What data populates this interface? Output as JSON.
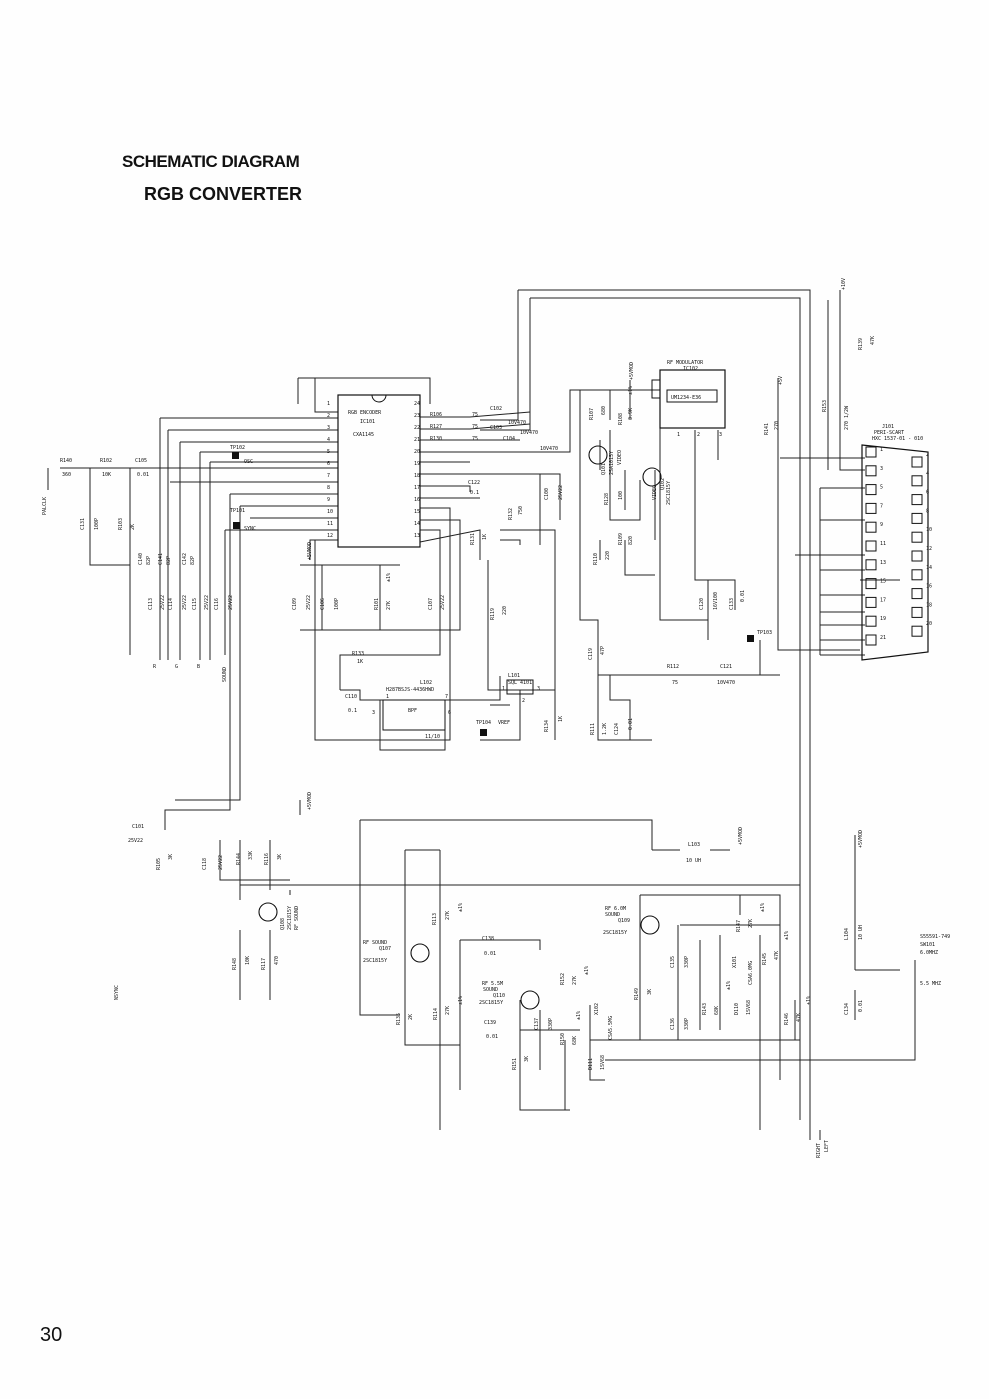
{
  "header": {
    "title": "SCHEMATIC DIAGRAM",
    "subtitle": "RGB CONVERTER"
  },
  "page_number": "30",
  "ic101": {
    "l1": "RGB ENCODER",
    "l2": "IC101",
    "l3": "CXA1145"
  },
  "ic102": {
    "l1": "RF MODULATOR",
    "l2": "IC102",
    "part": "UM1234-E36",
    "p1": "1",
    "p2": "2",
    "p3": "3"
  },
  "j101": {
    "l1": "J101",
    "l2": "PERI-SCART",
    "l3": "HXC 1537-01 - 010"
  },
  "l102": {
    "l1": "L102",
    "l2": "H287BSJS-4436HWD",
    "bpf": "BPF",
    "ratio": "11/10",
    "p1": "1",
    "p3": "3",
    "p6": "6",
    "p7": "7"
  },
  "l101": {
    "l1": "L101",
    "l2": "SQL 4101",
    "p1": "1",
    "p2": "2",
    "p3": "3"
  },
  "labels": {
    "palclk": "PALCLK",
    "r140": "R140",
    "r140v": "360",
    "r102": "R102",
    "r102v": "10K",
    "c105": "C105",
    "c105v": "0.01",
    "c131": "C131",
    "c131v": "100P",
    "r103": "R103",
    "r103v": "2K",
    "tp102": "TP102",
    "osc": "OSC",
    "tp101": "TP101",
    "sync": "SYNC",
    "c140": "C140",
    "c140v": "82P",
    "c141": "C141",
    "c141v": "82P",
    "c142": "C142",
    "c142v": "82P",
    "c113": "C113",
    "c114": "C114",
    "c115": "C115",
    "c116": "C116",
    "v25": "25V22",
    "sig_r": "R",
    "sig_g": "G",
    "sig_b": "B",
    "sound": "SOUND",
    "vdd5": "+5VMOD",
    "c109": "C109",
    "c109v": "25V22",
    "c106": "C106",
    "c106v": "100P",
    "r101": "R101",
    "r101v": "27K",
    "tol": "±1%",
    "c107": "C107",
    "c107v": "25V22",
    "r106": "R106",
    "r127": "R127",
    "r130": "R130",
    "v75": "75",
    "c102": "C102",
    "c103": "C103",
    "c104": "C104",
    "v10": "10V470",
    "c122": "C122",
    "c122v": "0.1",
    "r131": "R131",
    "r131v": "1K",
    "r132": "R132",
    "r132v": "750",
    "r119": "R119",
    "r119v": "220",
    "c100": "C100",
    "c100v": "25V22",
    "r133": "R133",
    "r133v": "1K",
    "c110": "C110",
    "c110v": "0.1",
    "tp104": "TP104",
    "vref": "VREF",
    "r134": "R134",
    "r134v": "1K",
    "r107": "R107",
    "r107v": "680",
    "r108": "R108",
    "r108v": "3.9K",
    "q101": "Q101",
    "q101v": "2SA1015Y",
    "video": "VIDEO",
    "q102": "Q102",
    "q102v": "2SC1815Y",
    "r128": "R128",
    "r128v": "100",
    "r109": "R109",
    "r109v": "820",
    "r110": "R110",
    "r110v": "220",
    "c120": "C120",
    "c120v": "16V100",
    "c133": "C133",
    "c133v": "0.01",
    "tp103": "TP103",
    "c119": "C119",
    "c119v": "47P",
    "r112": "R112",
    "r112v": "75",
    "c121": "C121",
    "c121v": "10V470",
    "r111": "R111",
    "r111v": "1.2K",
    "c124": "C124",
    "c124v": "0.01",
    "r141": "R141",
    "r141v": "270",
    "v5": "+5V",
    "r153": "R153",
    "r153v": "270 1/2W",
    "r139": "R139",
    "r139v": "47K",
    "v10b": "+10V",
    "c101": "C101",
    "c101v": "25V22",
    "r105": "R105",
    "r105v": "3K",
    "c118": "C118",
    "c118v": "25V22",
    "r144": "R144",
    "r144v": "33K",
    "r116": "R116",
    "r116v": "3K",
    "q108": "Q108",
    "q108v": "2SC1815Y",
    "rfsound": "RF SOUND",
    "r148": "R148",
    "r148v": "10K",
    "r117": "R117",
    "r117v": "470",
    "nsync": "NSYNC",
    "l103": "L103",
    "l103v": "10 UH",
    "r113": "R113",
    "r113v": "27K",
    "q107a": "RF SOUND",
    "q107b": "Q107",
    "q107c": "2SC1815Y",
    "r135": "R135",
    "r135v": "2K",
    "r114": "R114",
    "r114v": "27K",
    "c138": "C138",
    "c138v": "0.01",
    "q110a": "RF 5.5M",
    "q110b": "SOUND",
    "q110c": "Q110",
    "q110d": "2SC1815Y",
    "c139": "C139",
    "c139v": "0.01",
    "c137": "C137",
    "c137v": "330P",
    "r152": "R152",
    "r152v": "27K",
    "r151": "R151",
    "r151v": "3K",
    "r150": "R150",
    "r150v": "68K",
    "x102": "X102",
    "x102v": "CSA5.5MG",
    "d111": "D111",
    "d111v": "1SV68",
    "q109a": "RF 6.0M",
    "q109b": "SOUND",
    "q109c": "Q109",
    "q109d": "2SC1815Y",
    "c135": "C135",
    "c135v": "330P",
    "c136": "C136",
    "c136v": "330P",
    "r149": "R149",
    "r149v": "3K",
    "r143": "R143",
    "r143v": "68K",
    "r147": "R147",
    "r147v": "27K",
    "x101": "X101",
    "x101v": "CSA6.0MG",
    "d110": "D110",
    "d110v": "1SV68",
    "r145": "R145",
    "r145v": "47K",
    "r146": "R146",
    "r146v": "47K",
    "l104": "L104",
    "l104v": "10 UH",
    "c134": "C134",
    "c134v": "0.01",
    "sw101a": "S55591-749",
    "sw101b": "SW101",
    "sw101c": "6.0MHZ",
    "mhz55": "5.5 MHZ",
    "right": "RIGHT",
    "left": "LEFT"
  },
  "ic101_pins_left": [
    "1",
    "2",
    "3",
    "4",
    "5",
    "6",
    "7",
    "8",
    "9",
    "10",
    "11",
    "12"
  ],
  "ic101_pins_right": [
    "24",
    "23",
    "22",
    "21",
    "20",
    "19",
    "18",
    "17",
    "16",
    "15",
    "14",
    "13"
  ],
  "j101_pins_left": [
    "1",
    "3",
    "5",
    "7",
    "9",
    "11",
    "13",
    "15",
    "17",
    "19",
    "21"
  ],
  "j101_pins_right": [
    "2",
    "4",
    "6",
    "8",
    "10",
    "12",
    "14",
    "16",
    "18",
    "20"
  ]
}
